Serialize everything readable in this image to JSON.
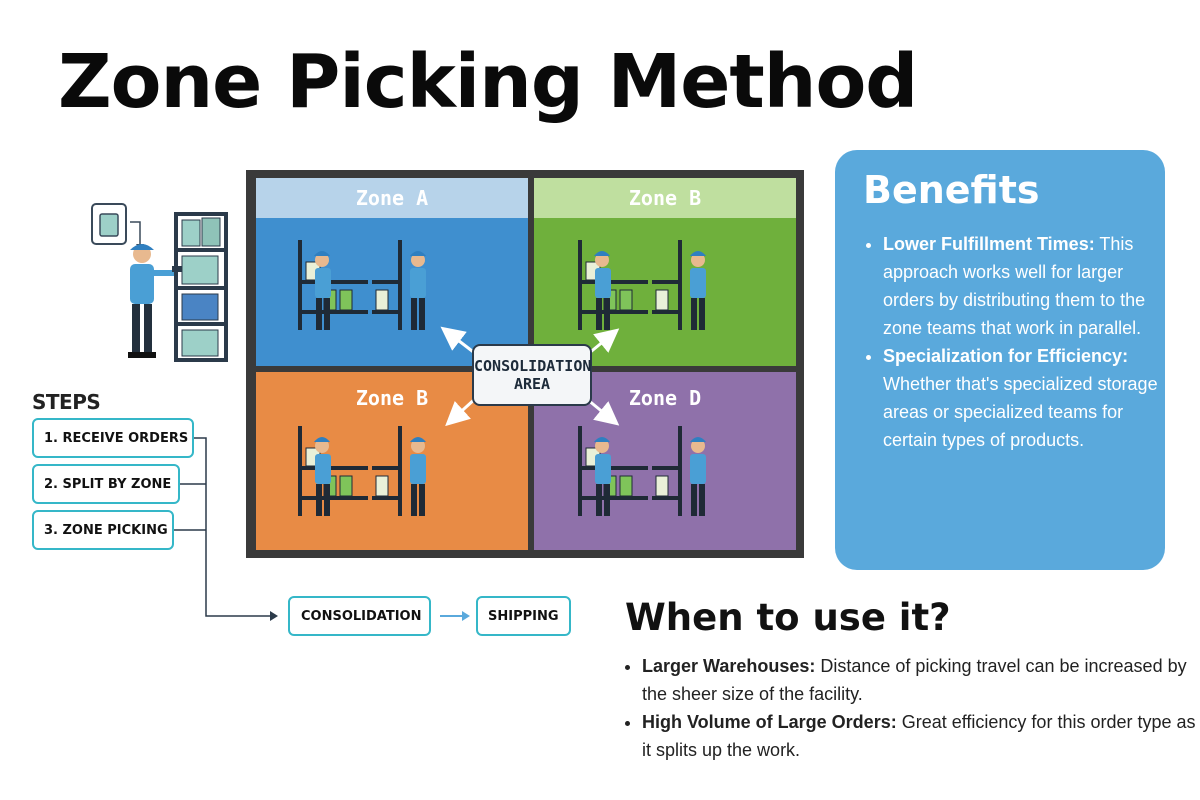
{
  "title": "Zone Picking Method",
  "zones": [
    {
      "label": "Zone A",
      "color": "#3f8fcf"
    },
    {
      "label": "Zone B",
      "color": "#6fb03c"
    },
    {
      "label": "Zone B",
      "color": "#e88b45"
    },
    {
      "label": "Zone D",
      "color": "#8f71aa"
    }
  ],
  "consolidation": {
    "line1": "CONSOLIDATION",
    "line2": "AREA"
  },
  "steps": {
    "heading": "STEPS",
    "items": [
      "1. RECEIVE ORDERS",
      "2. SPLIT BY ZONE",
      "3. ZONE PICKING"
    ],
    "consolidation": "CONSOLIDATION",
    "shipping": "SHIPPING"
  },
  "benefits": {
    "heading": "Benefits",
    "items": [
      {
        "label": "Lower Fulfillment Times:",
        "text": " This approach works well for larger orders by distributing them to the zone teams that work in parallel."
      },
      {
        "label": "Specialization for Efficiency:",
        "text": " Whether that's specialized storage areas or specialized teams for certain types of products."
      }
    ]
  },
  "when": {
    "heading": "When to use it?",
    "items": [
      {
        "label": "Larger Warehouses:",
        "text": " Distance of picking travel can be increased by the sheer size of the facility."
      },
      {
        "label": "High Volume of Large Orders:",
        "text": " Great efficiency for this order type as it splits up the work."
      }
    ]
  },
  "colors": {
    "benefits_bg": "#5aa9dc",
    "step_border": "#35b7c8",
    "frame": "#3a3a3a"
  }
}
